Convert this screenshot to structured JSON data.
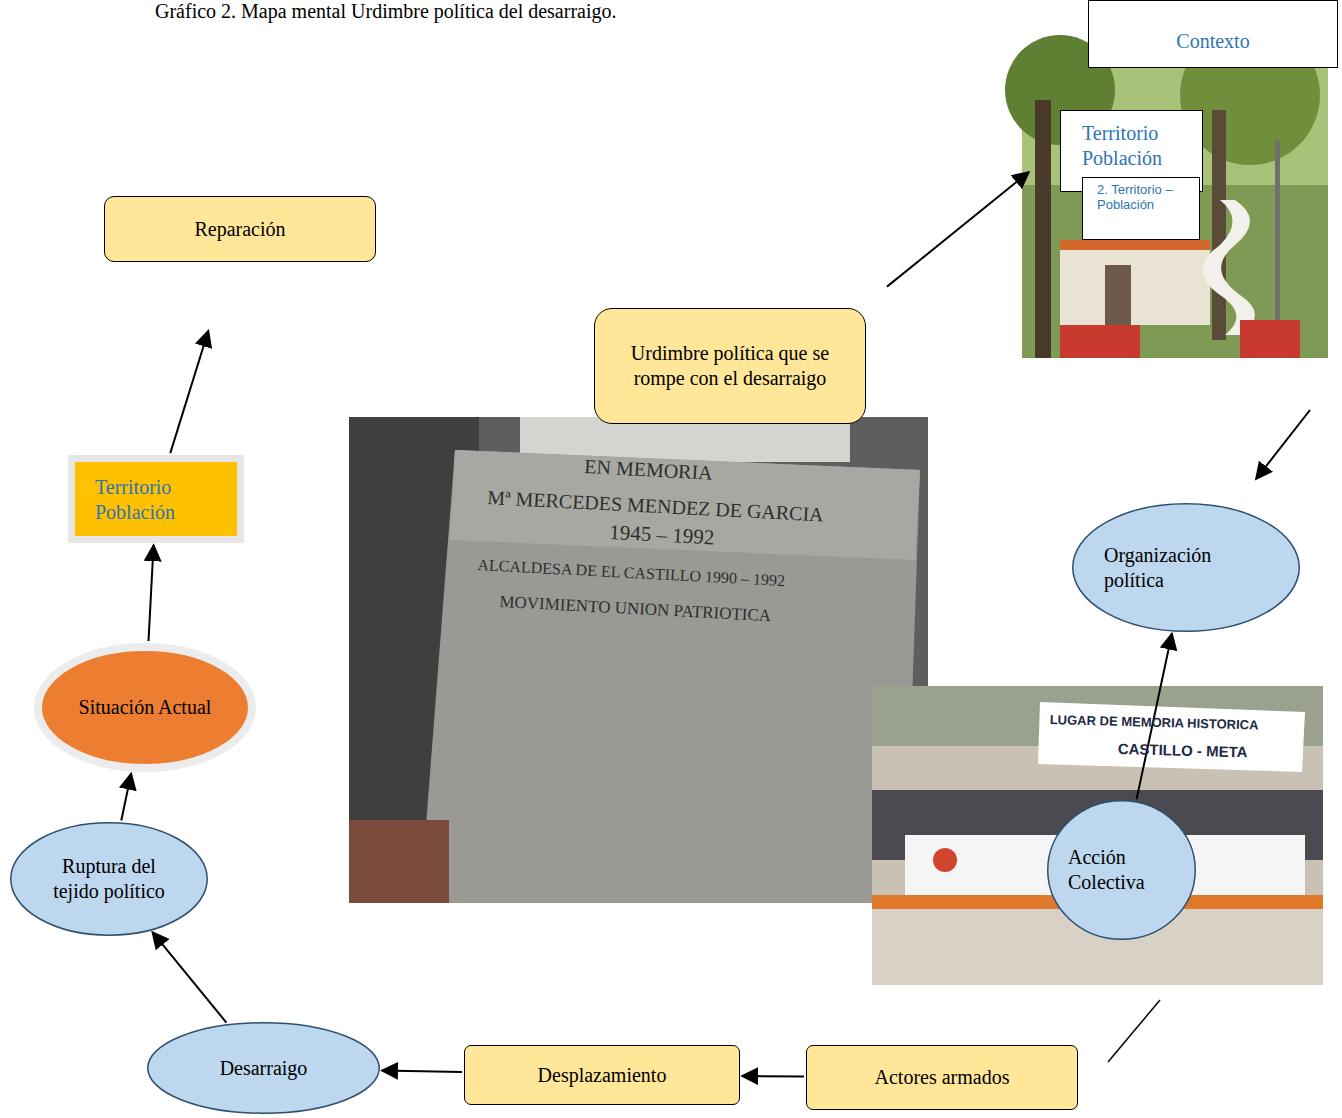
{
  "diagram": {
    "title": "Gráfico 2. Mapa mental Urdimbre política del desarraigo.",
    "nodes": [
      {
        "text": [
          "Contexto"
        ]
      },
      {
        "text": [
          "Territorio Población"
        ]
      },
      {
        "text": [
          "2. Territorio – Población"
        ]
      },
      {
        "text": [
          "Reparación"
        ]
      },
      {
        "text": [
          "Urdimbre política que se rompe con el desarraigo"
        ]
      },
      {
        "text": [
          "Territorio Población"
        ]
      },
      {
        "text": [
          "Organización política"
        ]
      },
      {
        "text": [
          "Situación Actual"
        ]
      },
      {
        "text": [
          "Acción Colectiva"
        ]
      },
      {
        "text": [
          "Ruptura del tejido político"
        ]
      },
      {
        "text": [
          "Desarraigo"
        ]
      },
      {
        "text": [
          "Desplazamiento"
        ]
      },
      {
        "text": [
          "Actores armados"
        ]
      }
    ],
    "edges": [
      {
        "from": 4,
        "to": 1,
        "arrow": "to"
      },
      {
        "from": 8,
        "to": 6,
        "arrow": "to"
      },
      {
        "from": 12,
        "to": 11,
        "arrow": "to"
      },
      {
        "from": 11,
        "to": 10,
        "arrow": "to"
      },
      {
        "from": 10,
        "to": 9,
        "arrow": "to"
      },
      {
        "from": 9,
        "to": 7,
        "arrow": "to"
      },
      {
        "from": 7,
        "to": 5,
        "arrow": "to"
      },
      {
        "from": 5,
        "to": 3,
        "arrow": "to"
      }
    ],
    "labels": [
      "EN MEMORIA",
      "Mª MERCEDES MENDEZ DE GARCIA",
      "1945 – 1992",
      "ALCALDESA DE EL CASTILLO 1990 – 1992",
      "MOVIMIENTO UNION PATRIOTICA",
      "LUGAR DE MEMORIA HISTORICA",
      "CASTILLO - META"
    ]
  }
}
